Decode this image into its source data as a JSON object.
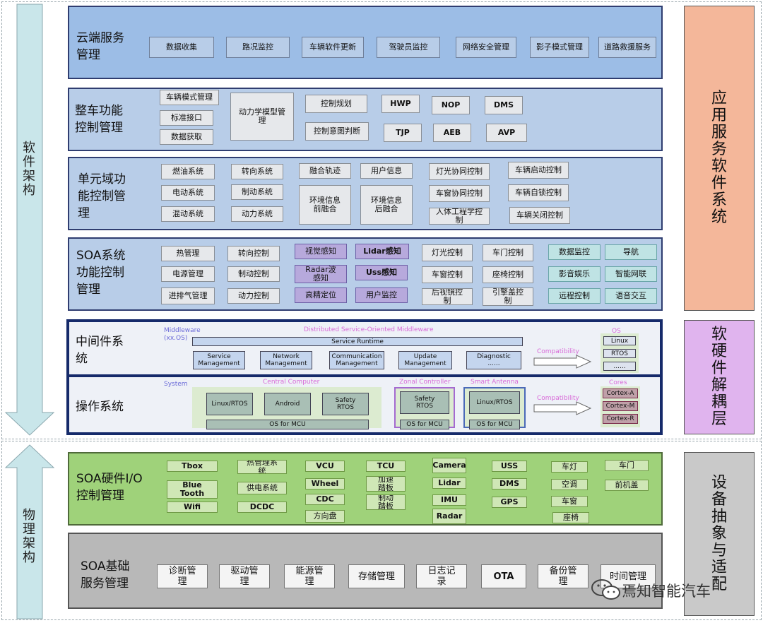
{
  "side_arrows": {
    "software": "软件架构",
    "physical": "物理架构"
  },
  "right_panels": {
    "app": "应用服务软件系统",
    "decouple": "软硬件解耦层",
    "device": "设备抽象与适配"
  },
  "cloud": {
    "title": "云端服务管理",
    "items": [
      "数据收集",
      "路况监控",
      "车辆软件更新",
      "驾驶员监控",
      "网络安全管理",
      "影子模式管理",
      "道路救援服务"
    ]
  },
  "vehicle": {
    "title": "整车功能控制管理",
    "left": [
      "车辆模式管理",
      "标准接口",
      "数据获取"
    ],
    "model": "动力学模型管理",
    "plan": "控制规划",
    "intent": "控制意图判断",
    "features": [
      "HWP",
      "NOP",
      "DMS",
      "TJP",
      "AEB",
      "AVP"
    ]
  },
  "domain": {
    "title": "单元域功能控制管理",
    "col1": [
      "燃油系统",
      "电动系统",
      "混动系统"
    ],
    "col2": [
      "转向系统",
      "制动系统",
      "动力系统"
    ],
    "fusion": [
      "融合轨迹",
      "用户信息"
    ],
    "env": [
      "环境信息前融合",
      "环境信息后融合"
    ],
    "col5": [
      "灯光协同控制",
      "车窗协同控制",
      "人体工程学控制"
    ],
    "col6": [
      "车辆启动控制",
      "车辆自锁控制",
      "车辆关闭控制"
    ]
  },
  "soa": {
    "title": "SOA系统功能控制管理",
    "col1": [
      "热管理",
      "电源管理",
      "进排气管理"
    ],
    "col2": [
      "转向控制",
      "制动控制",
      "动力控制"
    ],
    "col3": [
      "视觉感知",
      "Radar波感知",
      "高精定位"
    ],
    "col4": [
      "Lidar感知",
      "Uss感知",
      "用户监控"
    ],
    "col5": [
      "灯光控制",
      "车窗控制",
      "后视镜控制"
    ],
    "col6": [
      "车门控制",
      "座椅控制",
      "引擎盖控制"
    ],
    "col7": [
      "数据监控",
      "影音娱乐",
      "远程控制"
    ],
    "col8": [
      "导航",
      "智能网联",
      "语音交互"
    ]
  },
  "middleware": {
    "title": "中间件系统",
    "tag": "Middleware (xx.OS)",
    "dist": "Distributed  Service-Oriented  Middleware",
    "runtime": "Service Runtime",
    "mods": [
      "Service Management",
      "Network Management",
      "Communication Management",
      "Update Management",
      "Diagnostic ......"
    ],
    "compat": "Compatibility",
    "os_label": "OS",
    "os_items": [
      "Linux",
      "RTOS",
      "......"
    ]
  },
  "os": {
    "title": "操作系统",
    "system": "System",
    "central": "Central Computer",
    "central_mods": [
      "Linux/RTOS",
      "Android",
      "Safety RTOS"
    ],
    "os_mcu": "OS for MCU",
    "zonal": "Zonal Controller",
    "zonal_mod": "Safety RTOS",
    "smart": "Smart Antenna",
    "smart_mod": "Linux/RTOS",
    "compat": "Compatibility",
    "cores_label": "Cores",
    "cores": [
      "Cortex-A",
      "Cortex-M",
      "Cortex-R"
    ]
  },
  "hwio": {
    "title": "SOA硬件I/O控制管理",
    "col1": [
      "Tbox",
      "Blue Tooth",
      "Wifi"
    ],
    "col2": [
      "热管理系统",
      "供电系统",
      "DCDC"
    ],
    "col3": [
      "VCU",
      "Wheel",
      "CDC",
      "方向盘"
    ],
    "col4": [
      "TCU",
      "加速踏板",
      "制动踏板"
    ],
    "col5": [
      "Camera",
      "Lidar",
      "IMU",
      "Radar"
    ],
    "col6": [
      "USS",
      "DMS",
      "GPS"
    ],
    "col7": [
      "车灯",
      "空调",
      "车窗",
      "座椅"
    ],
    "col8": [
      "车门",
      "前机盖"
    ]
  },
  "base": {
    "title": "SOA基础服务管理",
    "items": [
      "诊断管理",
      "驱动管理",
      "能源管理",
      "存储管理",
      "日志记录",
      "OTA",
      "备份管理",
      "时间管理"
    ]
  },
  "watermark": "焉知智能汽车",
  "colors": {
    "cloud_bg": "#9cbde6",
    "app_panel": "#f4b79a",
    "decouple_panel": "#e0b4ee",
    "device_panel": "#c9c9c9",
    "hw_bg": "#9fd27a",
    "base_bg": "#b8b8b8",
    "arrow": "#c9e6ea",
    "os_border": "#152a6a"
  }
}
